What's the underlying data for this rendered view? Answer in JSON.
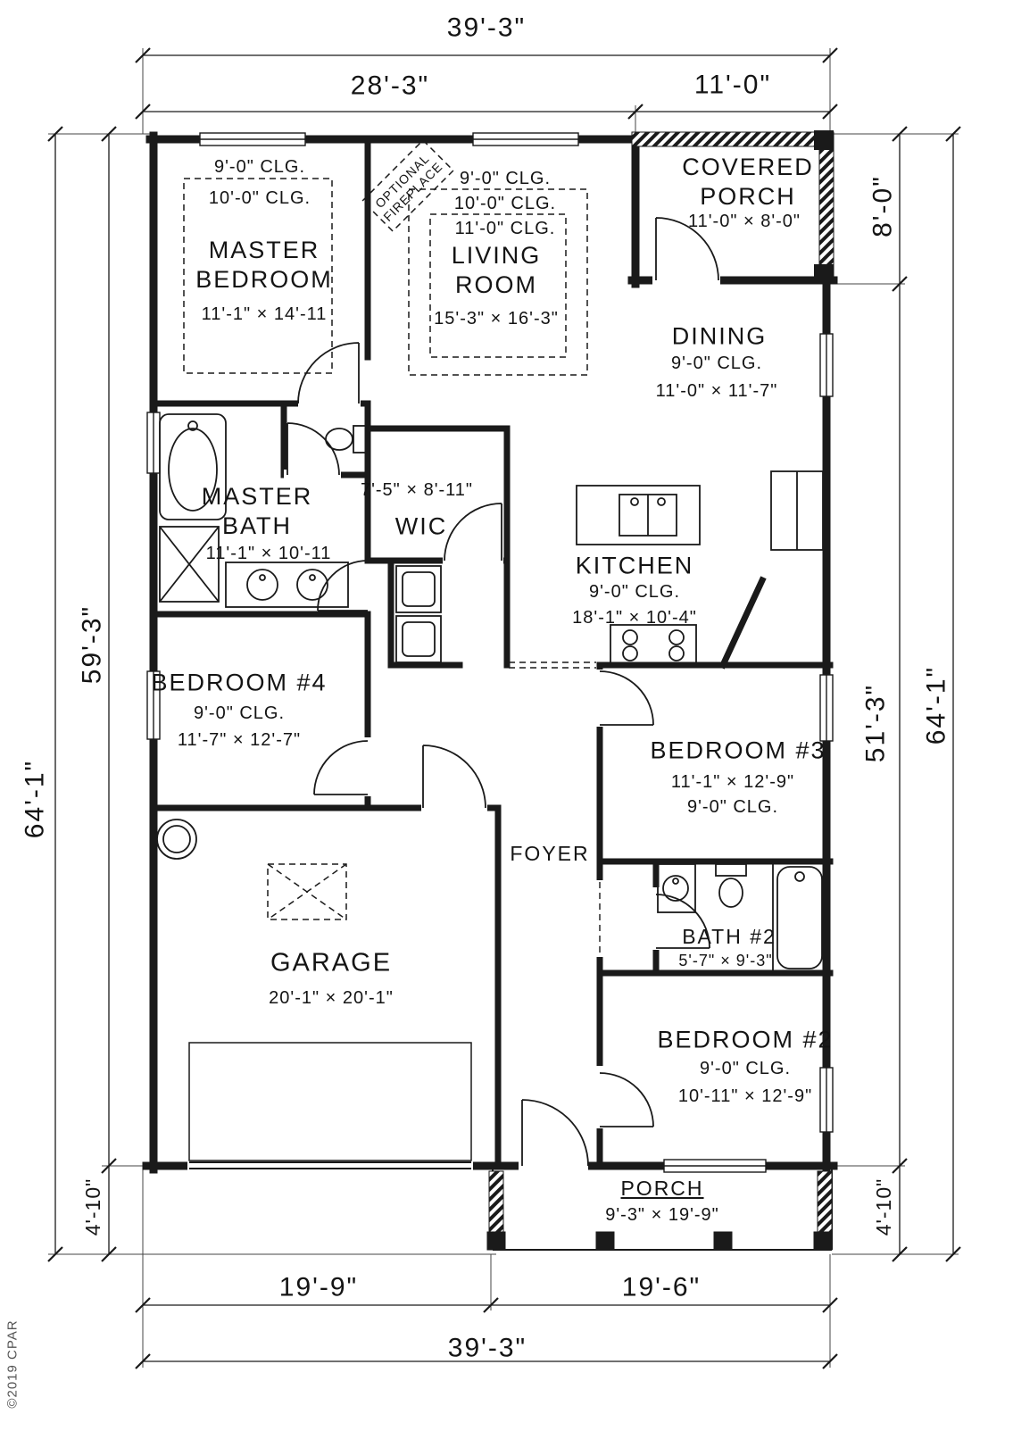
{
  "plan": {
    "watermark": "©2019 CPAR"
  },
  "dims": {
    "top_overall": "39'-3\"",
    "top_left": "28'-3\"",
    "top_right": "11'-0\"",
    "left_outer": "64'-1\"",
    "left_main": "59'-3\"",
    "left_porch": "4'-10\"",
    "right_porch": "8'-0\"",
    "right_main": "51'-3\"",
    "right_outer": "64'-1\"",
    "right_porch_bottom": "4'-10\"",
    "bottom_left": "19'-9\"",
    "bottom_right": "19'-6\"",
    "bottom_overall": "39'-3\""
  },
  "rooms": {
    "covered_porch": {
      "name": "COVERED PORCH",
      "size": "11'-0\" × 8'-0\""
    },
    "master_bedroom": {
      "clg_a": "9'-0\" CLG.",
      "clg_b": "10'-0\" CLG.",
      "name": "MASTER BEDROOM",
      "size": "11'-1\" × 14'-11"
    },
    "fireplace": {
      "name": "OPTIONAL FIREPLACE"
    },
    "living_room": {
      "clg_a": "9'-0\" CLG.",
      "clg_b": "10'-0\" CLG.",
      "clg_c": "11'-0\" CLG.",
      "name": "LIVING ROOM",
      "size": "15'-3\" × 16'-3\""
    },
    "dining": {
      "name": "DINING",
      "clg": "9'-0\" CLG.",
      "size": "11'-0\" × 11'-7\""
    },
    "master_bath": {
      "name": "MASTER BATH",
      "size": "11'-1\" × 10'-11"
    },
    "wic": {
      "size": "7'-5\" × 8'-11\"",
      "name": "WIC"
    },
    "kitchen": {
      "name": "KITCHEN",
      "clg": "9'-0\" CLG.",
      "size": "18'-1\" × 10'-4\""
    },
    "bedroom4": {
      "name": "BEDROOM #4",
      "clg": "9'-0\" CLG.",
      "size": "11'-7\" × 12'-7\""
    },
    "bedroom3": {
      "name": "BEDROOM #3",
      "size": "11'-1\" × 12'-9\"",
      "clg": "9'-0\" CLG."
    },
    "foyer": {
      "name": "FOYER"
    },
    "garage": {
      "name": "GARAGE",
      "size": "20'-1\" × 20'-1\""
    },
    "bath2": {
      "name": "BATH #2",
      "size": "5'-7\" × 9'-3\""
    },
    "bedroom2": {
      "name": "BEDROOM #2",
      "clg": "9'-0\" CLG.",
      "size": "10'-11\" × 12'-9\""
    },
    "porch": {
      "name": "PORCH",
      "size": "9'-3\" × 19'-9\""
    }
  }
}
